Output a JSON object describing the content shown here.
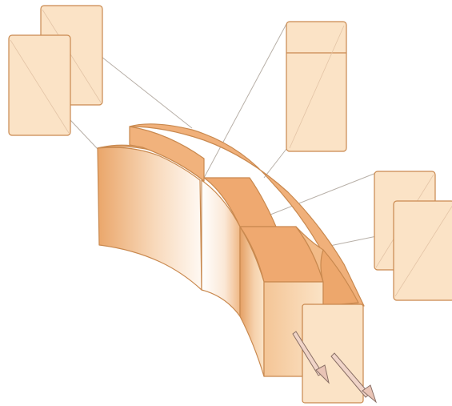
{
  "figure": {
    "subject": "curved-segment-assembly",
    "colors": {
      "panel_fill": "#fbe3c6",
      "panel_stroke": "#c9894f",
      "segment_top": "#f1b27c",
      "segment_side": "#e8a86d",
      "segment_highlight": "#fdf6ef",
      "leader_line": "#b8b0a8",
      "arrow_fill": "#f0d4c8",
      "arrow_stroke": "#8a7066"
    },
    "callout_panels": [
      {
        "name": "top-left-pair",
        "count": 2,
        "has_diagonal": true
      },
      {
        "name": "top-right-panel",
        "count": 1,
        "has_band": true
      },
      {
        "name": "right-pair",
        "count": 2,
        "has_diagonal": true
      }
    ],
    "arrows": [
      {
        "name": "arrow-1",
        "direction": "down-right"
      },
      {
        "name": "arrow-2",
        "direction": "down-right"
      }
    ]
  }
}
